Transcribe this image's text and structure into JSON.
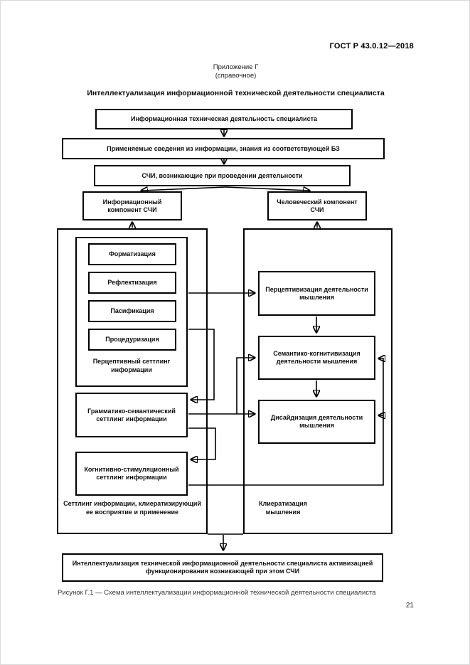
{
  "page": {
    "standard_number": "ГОСТ Р 43.0.12—2018",
    "annex_line1": "Приложение Г",
    "annex_line2": "(справочное)",
    "title": "Интеллектуализация информационной технической деятельности специалиста",
    "caption": "Рисунок Г.1 — Схема интеллектуализации информационной технической деятельности специалиста",
    "page_number": "21"
  },
  "diagram": {
    "activity": "Информационная техническая деятельность специалиста",
    "applied_info": "Применяемые сведения из информации, знания из соответствующей БЗ",
    "schi": "СЧИ, возникающие при проведении деятельности",
    "info_component": "Информационный компонент СЧИ",
    "human_component": "Человеческий компонент СЧИ",
    "formatization": "Форматизация",
    "reflektization": "Рефлектизация",
    "pacification": "Пасификация",
    "procedurization": "Процедуризация",
    "perceptual_settling_label": "Перцептивный сеттлинг информации",
    "grammar_semantic": "Грамматико-семантический сеттлинг информации",
    "cognitive_stimulation": "Когнитивно-стимуляционный сеттлинг информации",
    "left_container_label": "Сеттлинг информации, клиератизирующий ее восприятие и применение",
    "perceptivization": "Перцептивизация деятельности мышления",
    "semantic_cognitivization": "Семантико-когнитивизация деятельности мышления",
    "decidization": "Дисайдизация деятельности мышления",
    "right_container_label": "Клиератизация мышления",
    "result": "Интеллектуализация технической информационной деятельности специалиста активизацией функционирования возникающей при этом СЧИ"
  }
}
